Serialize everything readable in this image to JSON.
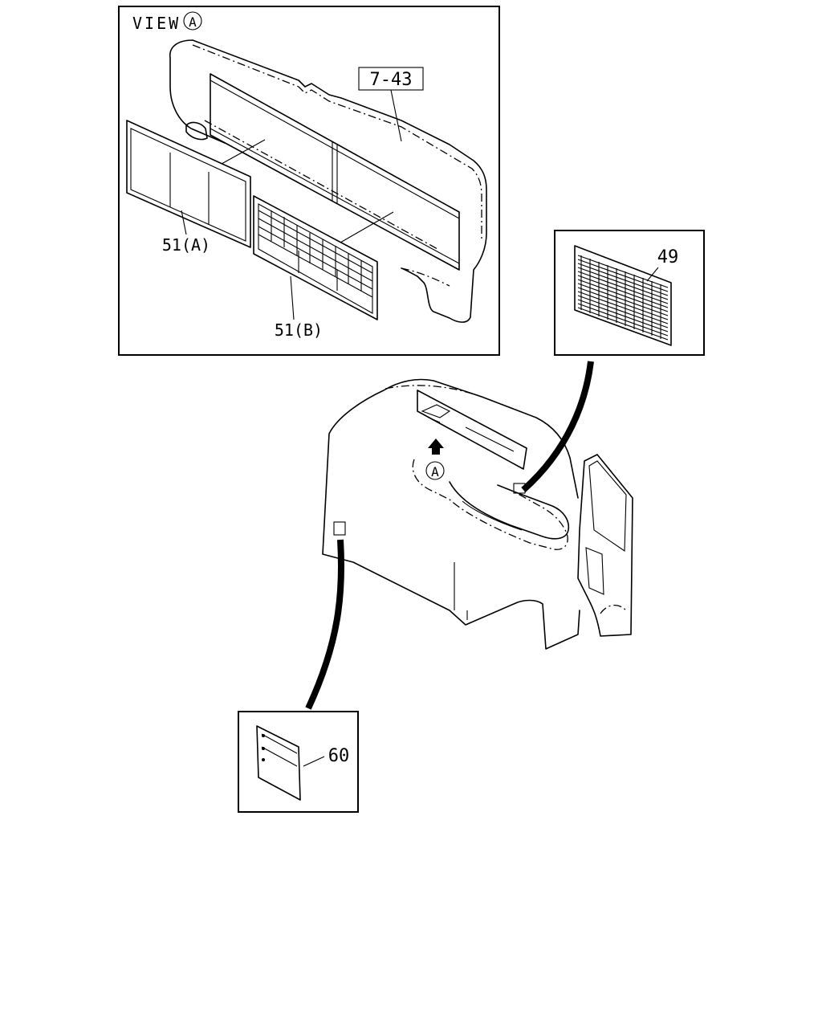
{
  "view_label": "VIEW",
  "view_marker": "A",
  "cab_marker": "A",
  "callouts": {
    "headliner": "7-43",
    "label_a": "51(A)",
    "label_b": "51(B)",
    "label_49": "49",
    "label_60": "60"
  }
}
